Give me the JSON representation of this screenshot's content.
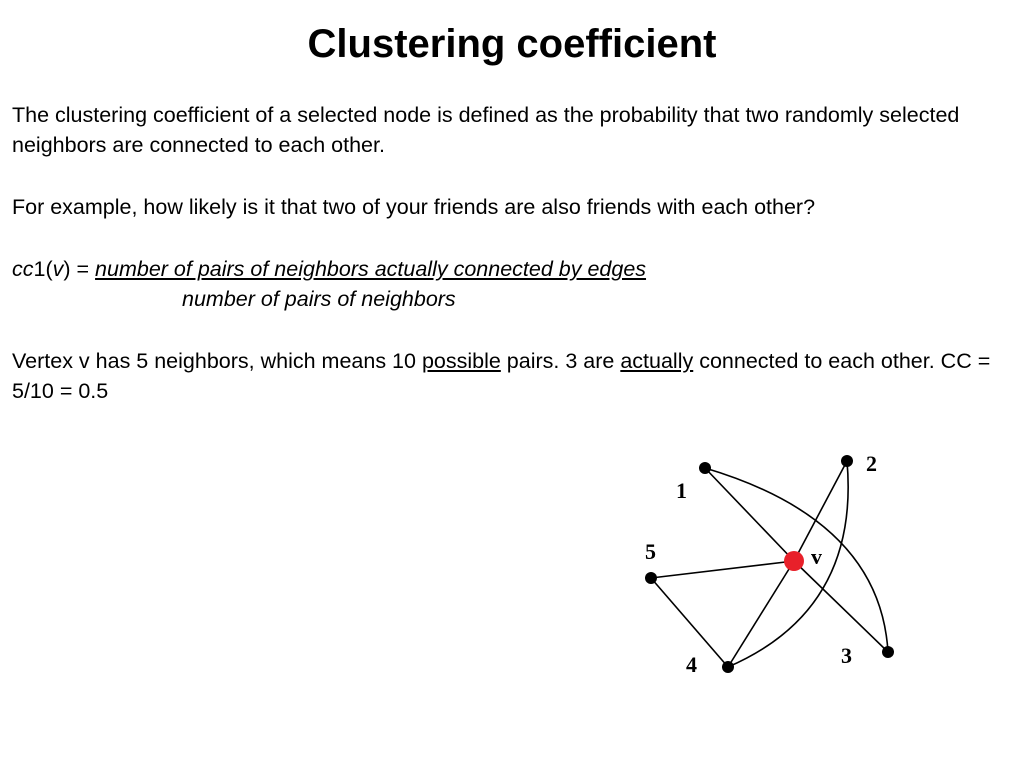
{
  "slide": {
    "title": "Clustering coefficient",
    "paragraph1": "The clustering coefficient of a selected node is defined as the probability that two randomly selected neighbors are connected to each other.",
    "paragraph2": "For example, how likely is it that two of your friends are also  friends with each other?",
    "formula": {
      "lhs_cc": "cc",
      "lhs_one": "1(",
      "lhs_v": "v",
      "lhs_close": ") = ",
      "numerator": "number of pairs of neighbors actually connected by edges",
      "denominator": "number of pairs of neighbors"
    },
    "paragraph4": {
      "part1": "Vertex v has 5 neighbors, which means 10 ",
      "possible": "possible",
      "part2": " pairs. 3 are ",
      "actually": "actually",
      "part3": " connected to each other. CC = 5/10 = 0.5"
    }
  },
  "graph": {
    "center_label": "v",
    "center_color": "#e8202a",
    "node_color": "#000000",
    "nodes": [
      {
        "id": "1",
        "label": "1"
      },
      {
        "id": "2",
        "label": "2"
      },
      {
        "id": "3",
        "label": "3"
      },
      {
        "id": "4",
        "label": "4"
      },
      {
        "id": "5",
        "label": "5"
      }
    ],
    "edges": [
      [
        "v",
        "1"
      ],
      [
        "v",
        "2"
      ],
      [
        "v",
        "3"
      ],
      [
        "v",
        "4"
      ],
      [
        "v",
        "5"
      ],
      [
        "1",
        "3"
      ],
      [
        "2",
        "4"
      ],
      [
        "5",
        "4"
      ]
    ]
  }
}
